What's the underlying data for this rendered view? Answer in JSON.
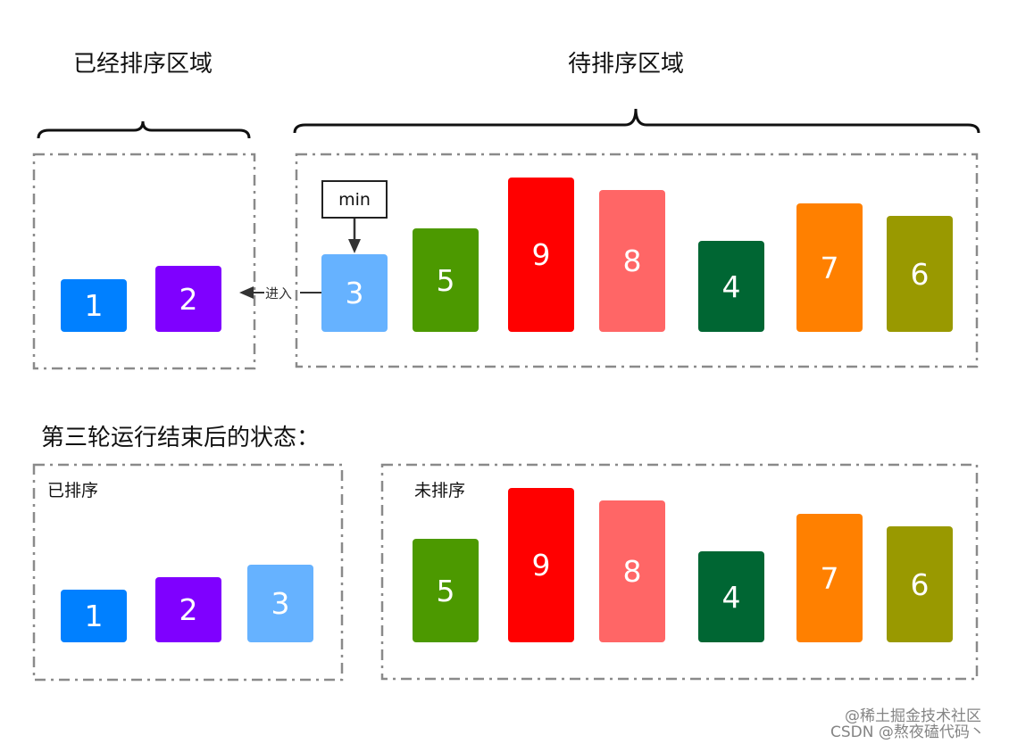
{
  "top": {
    "sorted_title": "已经排序区域",
    "unsorted_title": "待排序区域",
    "pointer_label": "min",
    "enter_label": "进入",
    "sorted_bars": [
      {
        "label": "1",
        "value": 1,
        "color": "#0080FF"
      },
      {
        "label": "2",
        "value": 2,
        "color": "#7F00FF"
      }
    ],
    "unsorted_bars": [
      {
        "label": "3",
        "value": 3,
        "color": "#66B2FF"
      },
      {
        "label": "5",
        "value": 5,
        "color": "#4C9900"
      },
      {
        "label": "9",
        "value": 9,
        "color": "#FF0000"
      },
      {
        "label": "8",
        "value": 8,
        "color": "#FF6666"
      },
      {
        "label": "4",
        "value": 4,
        "color": "#006633"
      },
      {
        "label": "7",
        "value": 7,
        "color": "#FF8000"
      },
      {
        "label": "6",
        "value": 6,
        "color": "#999900"
      }
    ]
  },
  "bottom": {
    "caption": "第三轮运行结束后的状态：",
    "sorted_label": "已排序",
    "unsorted_label": "未排序",
    "sorted_bars": [
      {
        "label": "1",
        "value": 1,
        "color": "#0080FF"
      },
      {
        "label": "2",
        "value": 2,
        "color": "#7F00FF"
      },
      {
        "label": "3",
        "value": 3,
        "color": "#66B2FF"
      }
    ],
    "unsorted_bars": [
      {
        "label": "5",
        "value": 5,
        "color": "#4C9900"
      },
      {
        "label": "9",
        "value": 9,
        "color": "#FF0000"
      },
      {
        "label": "8",
        "value": 8,
        "color": "#FF6666"
      },
      {
        "label": "4",
        "value": 4,
        "color": "#006633"
      },
      {
        "label": "7",
        "value": 7,
        "color": "#FF8000"
      },
      {
        "label": "6",
        "value": 6,
        "color": "#999900"
      }
    ]
  },
  "watermark": {
    "line1": "@稀土掘金技术社区",
    "line2": "CSDN @熬夜磕代码丶"
  }
}
